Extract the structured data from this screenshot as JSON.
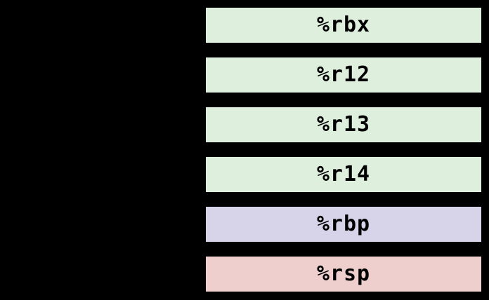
{
  "diagram": {
    "background": "#000000",
    "border_color": "#000000",
    "text_color": "#000000",
    "registers": [
      {
        "label": "%rbx",
        "color": "#def0dd"
      },
      {
        "label": "%r12",
        "color": "#def0dd"
      },
      {
        "label": "%r13",
        "color": "#def0dd"
      },
      {
        "label": "%r14",
        "color": "#def0dd"
      },
      {
        "label": "%rbp",
        "color": "#d7d3e9"
      },
      {
        "label": "%rsp",
        "color": "#eecfce"
      }
    ]
  }
}
